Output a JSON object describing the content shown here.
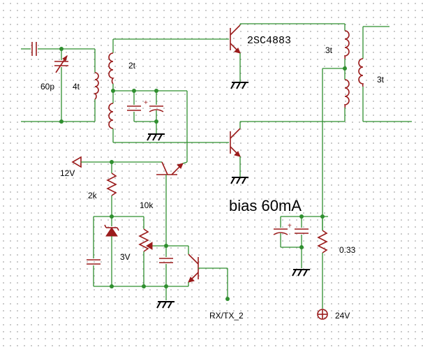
{
  "labels": {
    "cap_60p": "60p",
    "turns_4t": "4t",
    "turns_2t": "2t",
    "transistor": "2SC4883",
    "turns_3t_top": "3t",
    "turns_3t_right": "3t",
    "supply_12v": "12V",
    "res_2k": "2k",
    "pot_10k": "10k",
    "zener_3v": "3V",
    "bias": "bias 60mA",
    "res_033": "0.33",
    "control": "RX/TX_2",
    "supply_24v": "24V"
  },
  "colors": {
    "wire": "#2f8f2f",
    "component": "#9b1c1c",
    "ground": "#000000"
  }
}
